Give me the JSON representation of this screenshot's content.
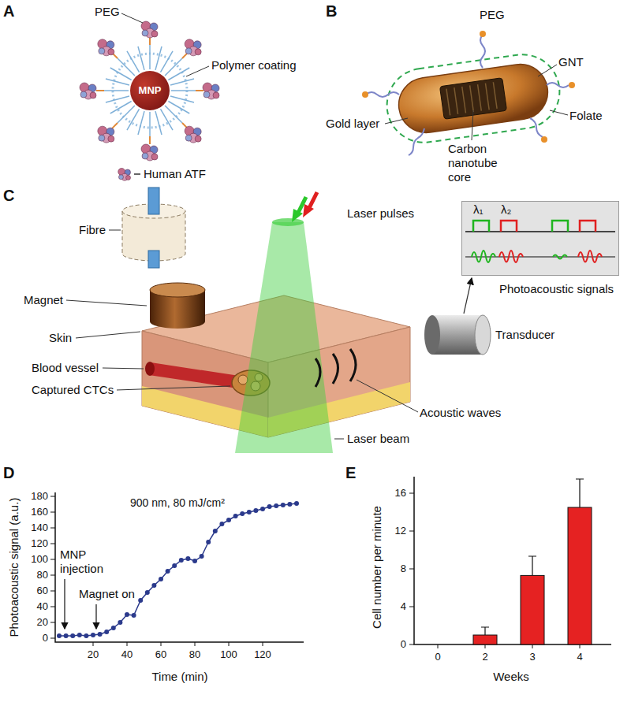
{
  "diagram": {
    "nodes": [
      {
        "text": [
          "MNP"
        ]
      },
      {
        "text": [
          "λ₁",
          "λ₂"
        ]
      }
    ],
    "labels": [
      "A",
      "PEG",
      "Polymer coating",
      "Human ATF",
      "B",
      "PEG",
      "GNT",
      "Gold layer",
      "Carbon nanotube core",
      "Folate",
      "C",
      "Fibre",
      "Magnet",
      "Laser pulses",
      "Photoacoustic signals",
      "Skin",
      "Transducer",
      "Blood vessel",
      "Captured CTCs",
      "Acoustic waves",
      "Laser beam",
      "D",
      "900 nm, 80 mJ/cm²",
      "MNP injection",
      "Magnet on",
      "Photoacoustic signal (a.u.)",
      "Time (min)",
      "0",
      "20",
      "40",
      "60",
      "80",
      "100",
      "120",
      "140",
      "160",
      "180",
      "20",
      "40",
      "60",
      "80",
      "100",
      "120",
      "E",
      "Cell number per minute",
      "Weeks",
      "0",
      "4",
      "8",
      "12",
      "16",
      "0",
      "2",
      "3",
      "4"
    ]
  }
}
